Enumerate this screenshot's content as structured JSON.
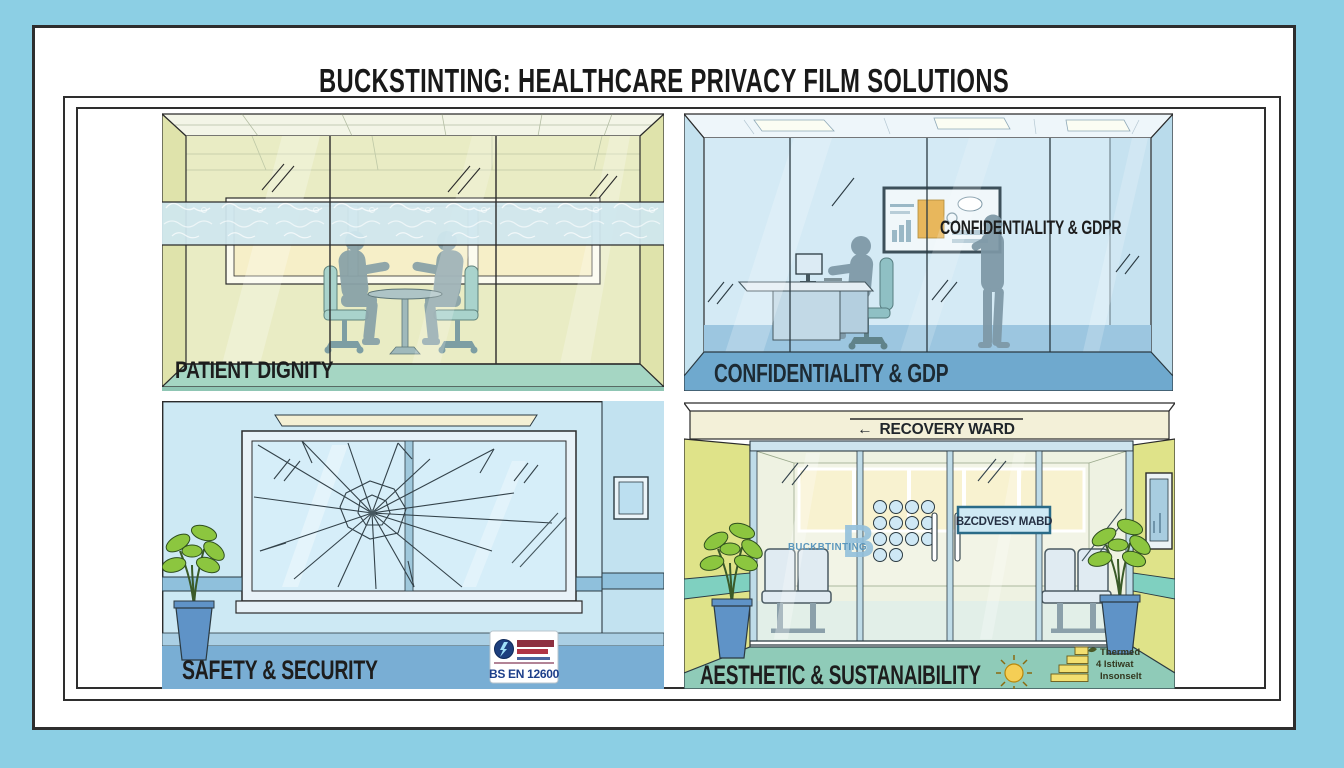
{
  "title": "BUCKSTINTING: HEALTHCARE PRIVACY FILM SOLUTIONS",
  "colors": {
    "page_background": "#8ccfe4",
    "card_background": "#ffffff",
    "outline": "#2b2b2b",
    "panel1_wall": "#dfe3ab",
    "panel1_floor": "#a5d6c3",
    "frosted_band": "#cfe7ee",
    "panel2_wall": "#cfe8f3",
    "panel2_floor": "#74accf",
    "panel3_wall": "#cde9f4",
    "panel3_floor": "#79aed4",
    "panel4_wall": "#dfe389",
    "panel4_floor": "#8fcbb8",
    "plant_green": "#8cc63f",
    "pot_blue": "#5f93c7",
    "badge_navy": "#1d3f7e",
    "badge_red": "#b03545",
    "sun_yellow": "#f2c94c"
  },
  "panels": {
    "patient_dignity": {
      "label": "PATIENT DIGNITY"
    },
    "confidentiality": {
      "label": "CONFIDENTIALITY & GDP",
      "glass_text": "CONFIDENTIALITY & GDPR"
    },
    "safety_security": {
      "label": "SAFETY & SECURITY",
      "badge_standard": "BS EN 12600"
    },
    "aesthetic_sustainability": {
      "label": "AESTHETIC & SUSTANAIBILITY",
      "sign_arrow": "←",
      "sign_text": "RECOVERY WARD",
      "door_sign": "BZCDVESY MABD",
      "logo_monogram": "B",
      "logo_text": "BUCKBTINTING",
      "eco_note_lines": [
        "Thermed",
        "4 Istiwat",
        "Insonselt"
      ]
    }
  }
}
